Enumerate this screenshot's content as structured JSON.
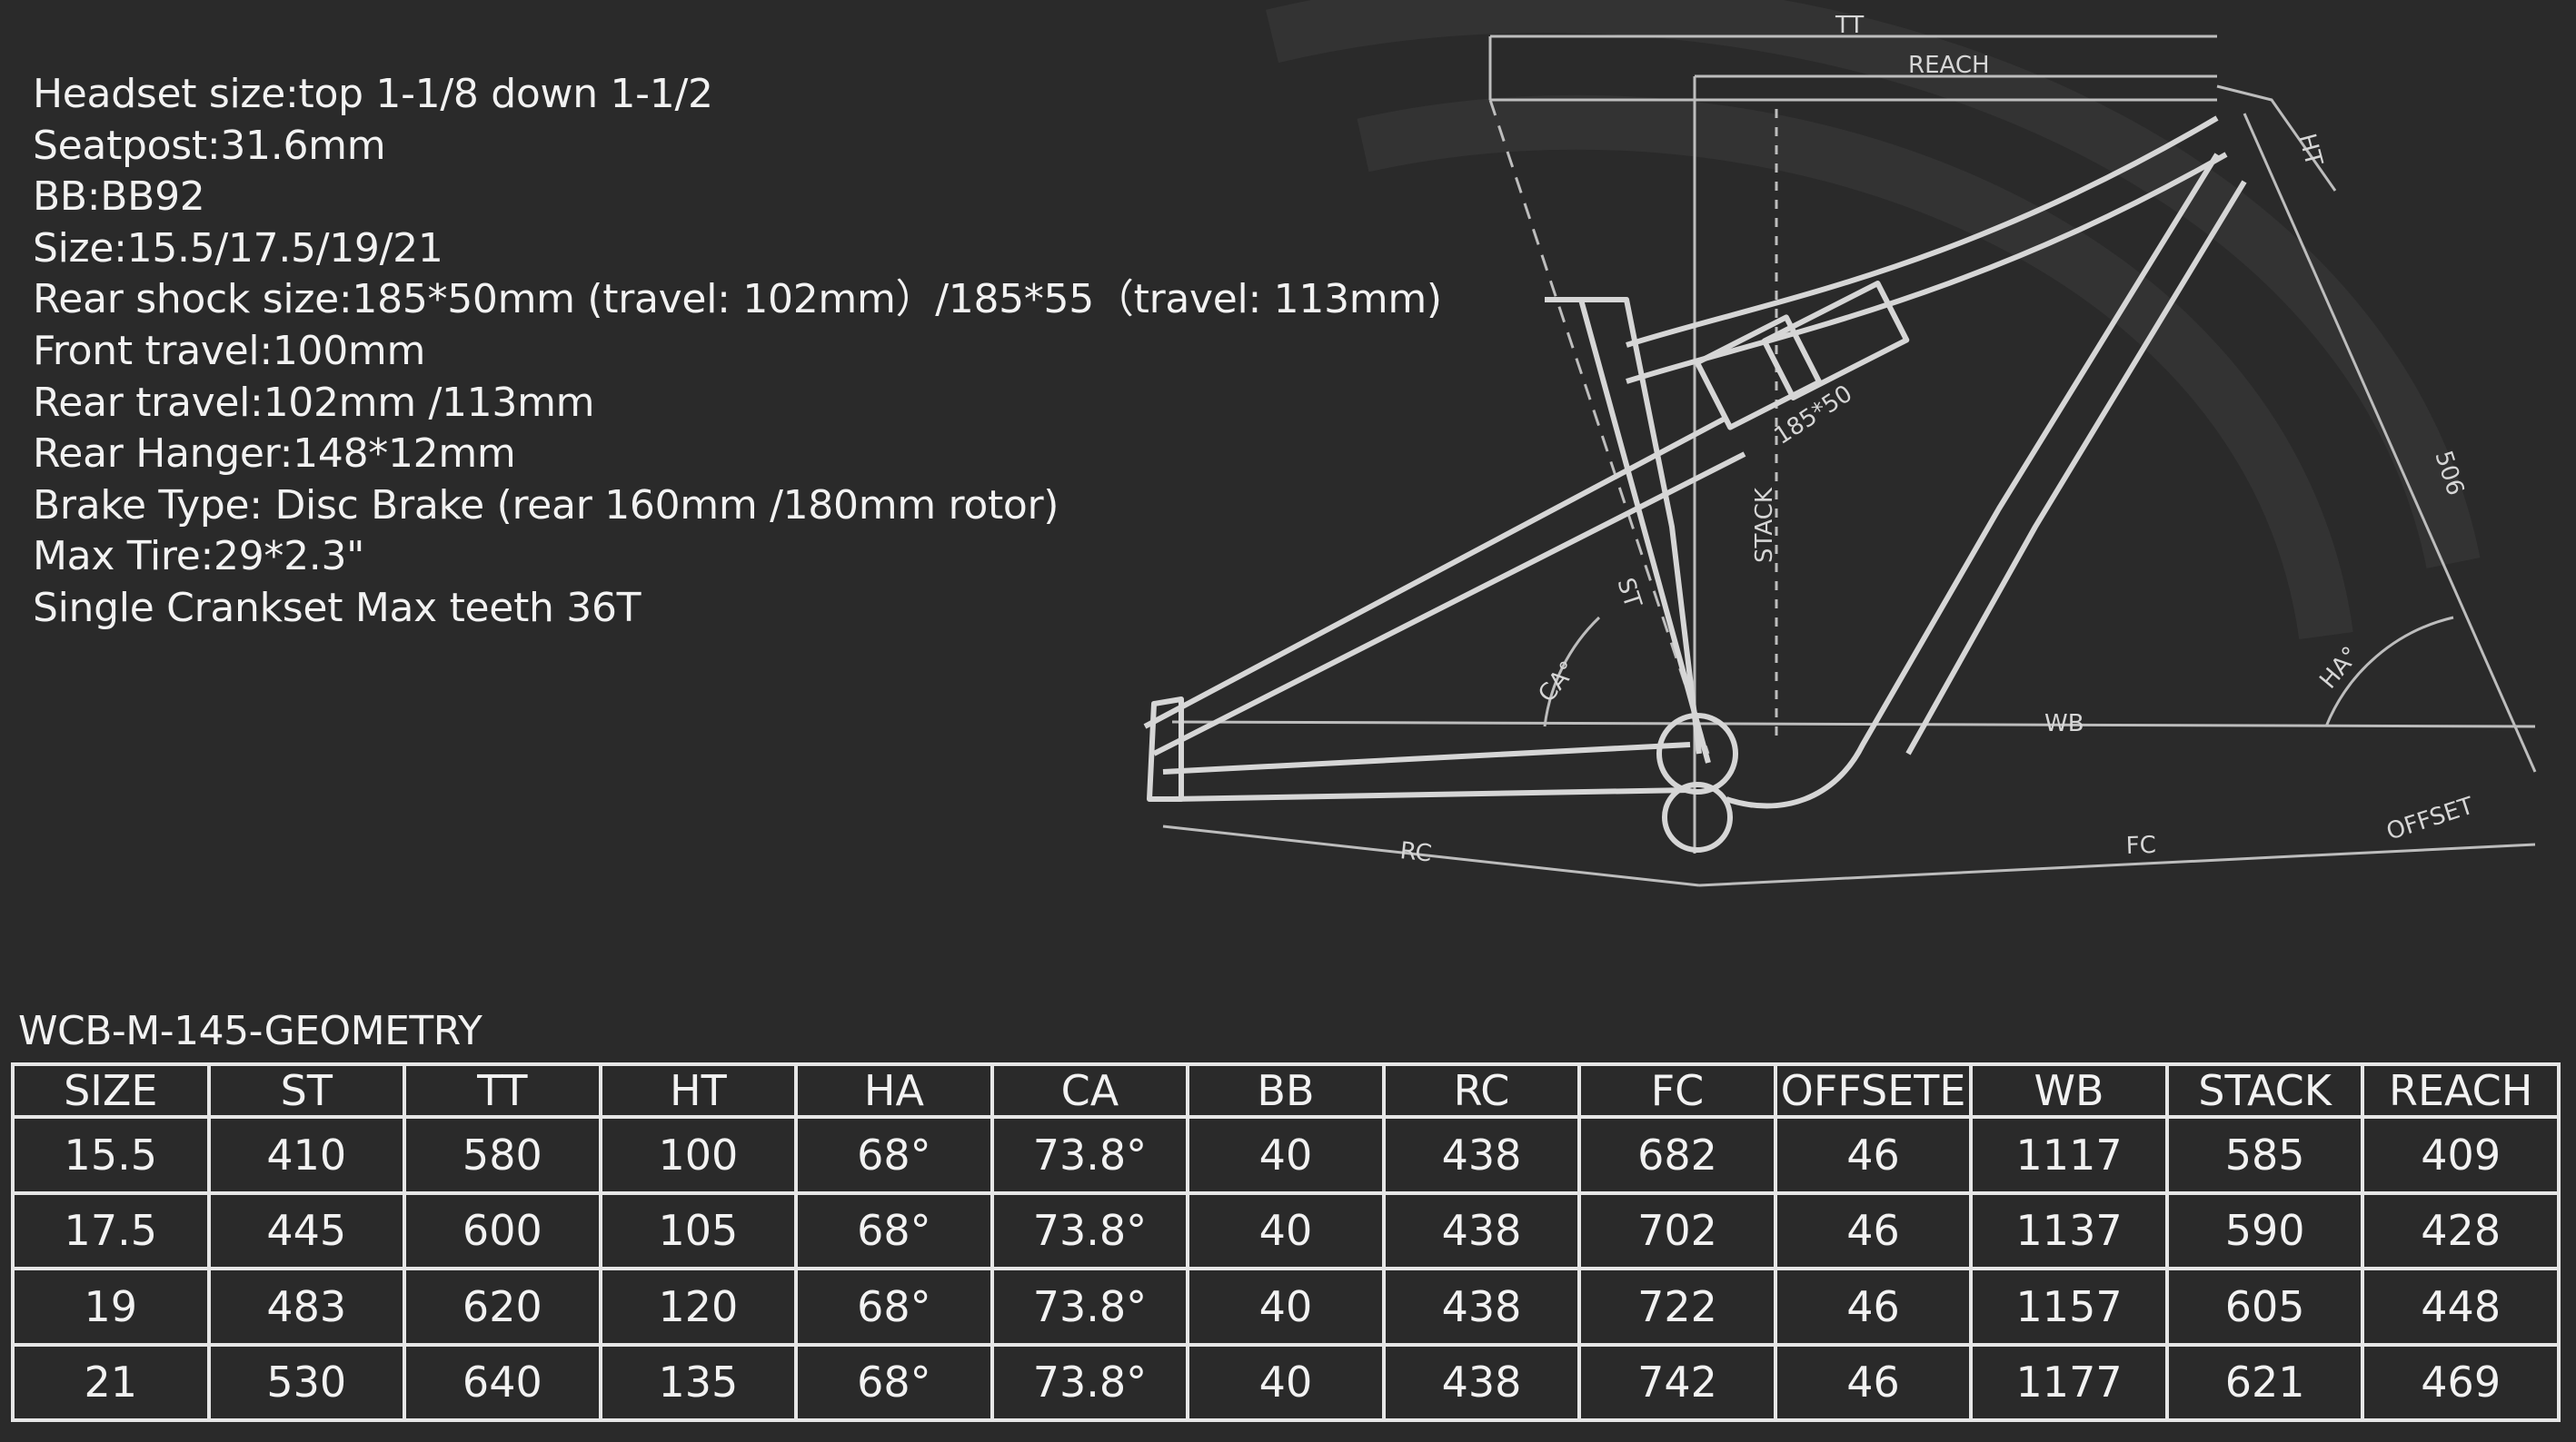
{
  "specs": [
    "Headset size:top 1-1/8 down 1-1/2",
    "Seatpost:31.6mm",
    "BB:BB92",
    "Size:15.5/17.5/19/21",
    "Rear shock size:185*50mm (travel: 102mm）/185*55（travel: 113mm)",
    "Front travel:100mm",
    "Rear travel:102mm /113mm",
    "Rear Hanger:148*12mm",
    "Brake Type: Disc Brake (rear 160mm /180mm rotor)",
    "Max Tire:29*2.3\"",
    "Single Crankset Max teeth 36T"
  ],
  "diagram_labels": {
    "tt": "TT",
    "reach": "REACH",
    "ht": "HT",
    "shock": "185*50",
    "stack": "STACK",
    "st": "ST",
    "ca": "CA°",
    "ha": "HA°",
    "wb": "WB",
    "rc": "RC",
    "fc": "FC",
    "offset": "OFFSET",
    "fork": "506"
  },
  "table_title": "WCB-M-145-GEOMETRY",
  "table": {
    "headers": [
      "SIZE",
      "ST",
      "TT",
      "HT",
      "HA",
      "CA",
      "BB",
      "RC",
      "FC",
      "OFFSETE",
      "WB",
      "STACK",
      "REACH"
    ],
    "rows": [
      [
        "15.5",
        "410",
        "580",
        "100",
        "68°",
        "73.8°",
        "40",
        "438",
        "682",
        "46",
        "1117",
        "585",
        "409"
      ],
      [
        "17.5",
        "445",
        "600",
        "105",
        "68°",
        "73.8°",
        "40",
        "438",
        "702",
        "46",
        "1137",
        "590",
        "428"
      ],
      [
        "19",
        "483",
        "620",
        "120",
        "68°",
        "73.8°",
        "40",
        "438",
        "722",
        "46",
        "1157",
        "605",
        "448"
      ],
      [
        "21",
        "530",
        "640",
        "135",
        "68°",
        "73.8°",
        "40",
        "438",
        "742",
        "46",
        "1177",
        "621",
        "469"
      ]
    ]
  }
}
